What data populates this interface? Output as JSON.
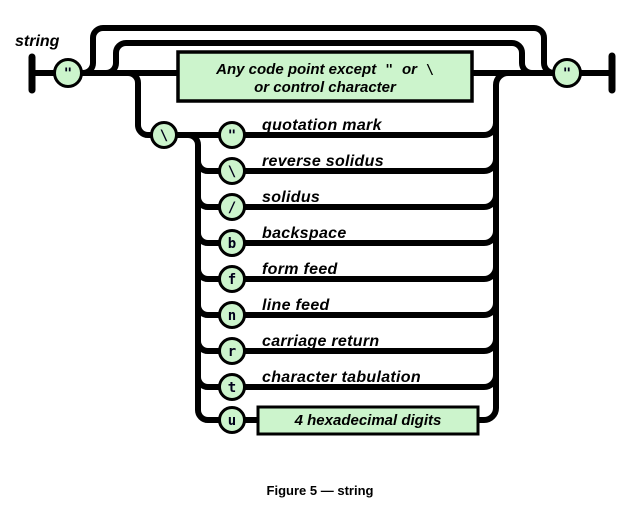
{
  "figure": {
    "rule_name": "string",
    "caption": "Figure 5 — string",
    "colors": {
      "node_fill": "#ccf4cc",
      "line": "#000000",
      "background": "#ffffff"
    },
    "open_quote_glyph": "\"",
    "close_quote_glyph": "\"",
    "escape_prefix_glyph": "\\",
    "content_box": {
      "line1_text": "Any code point except",
      "line1_quote": "\"",
      "line1_or": "or",
      "line1_backslash": "\\",
      "line2": "or control character"
    },
    "escape_rows": [
      {
        "glyph": "\"",
        "label": "quotation mark"
      },
      {
        "glyph": "\\",
        "label": "reverse solidus"
      },
      {
        "glyph": "/",
        "label": "solidus"
      },
      {
        "glyph": "b",
        "label": "backspace"
      },
      {
        "glyph": "f",
        "label": "form feed"
      },
      {
        "glyph": "n",
        "label": "line feed"
      },
      {
        "glyph": "r",
        "label": "carriage return"
      },
      {
        "glyph": "t",
        "label": "character tabulation"
      },
      {
        "glyph": "u",
        "label": "4 hexadecimal digits"
      }
    ]
  }
}
